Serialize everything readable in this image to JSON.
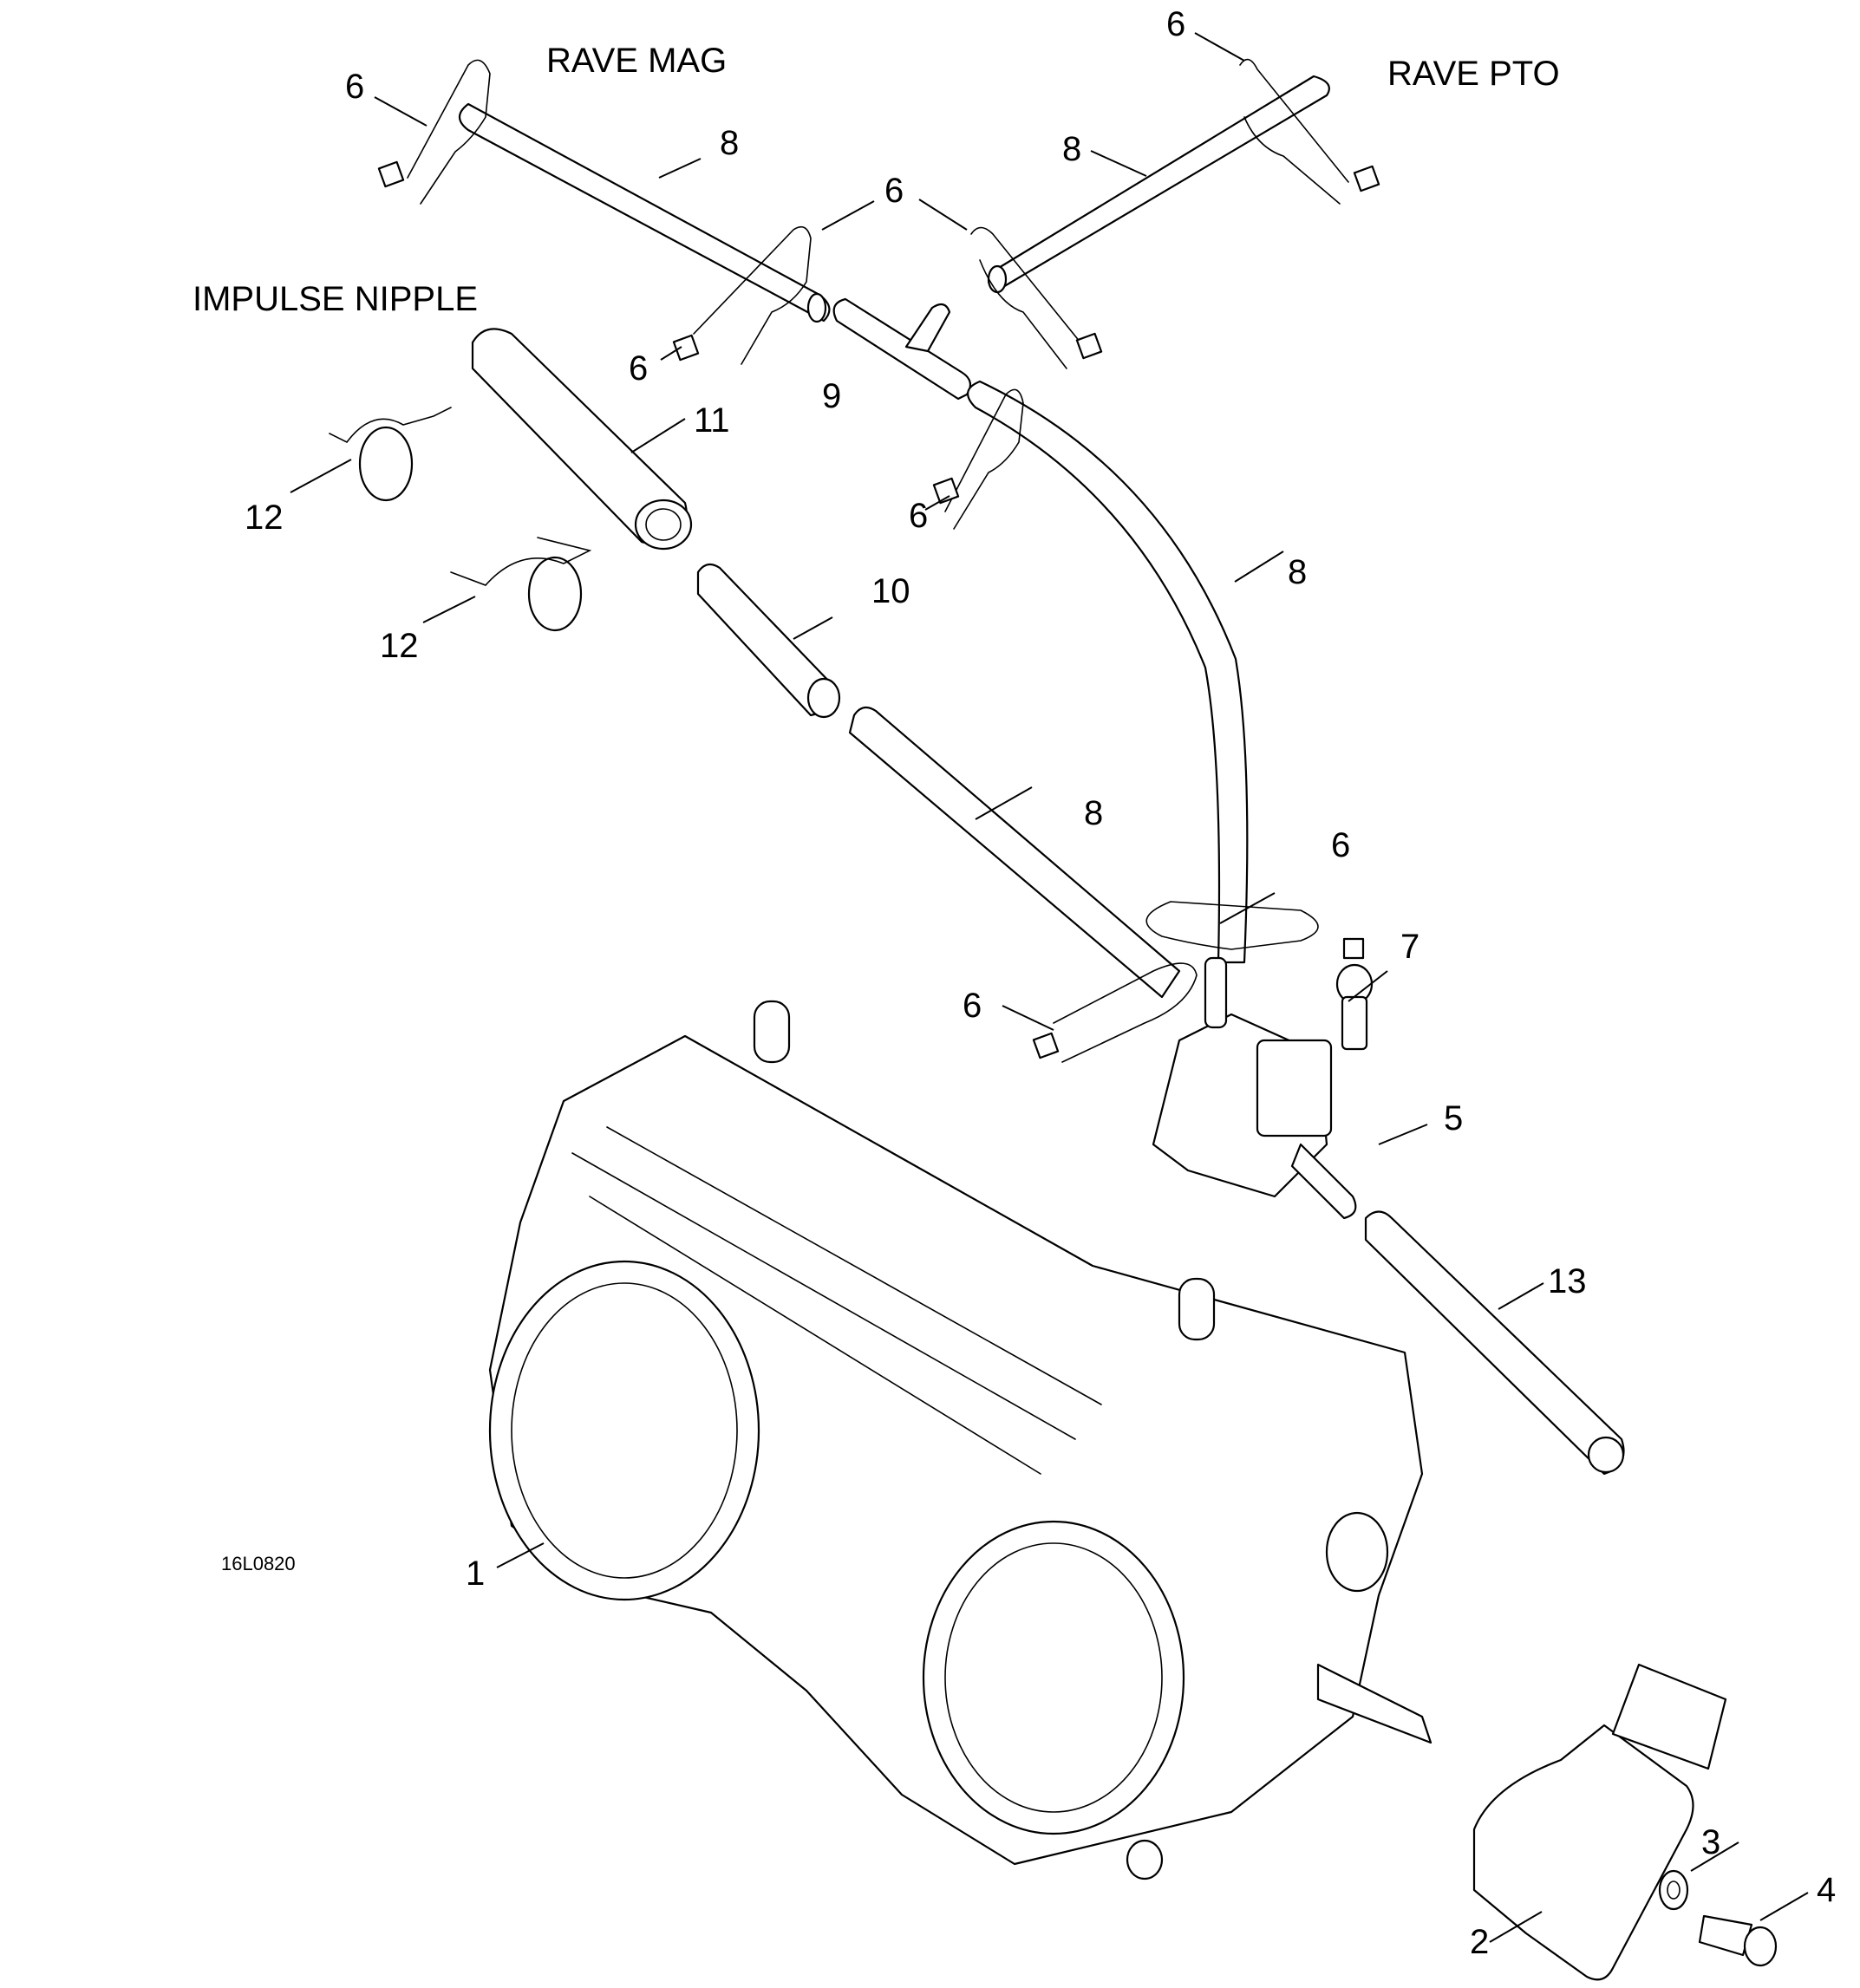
{
  "figure": {
    "code": "16L0820",
    "annotations": {
      "rave_mag": "RAVE MAG",
      "rave_pto": "RAVE PTO",
      "impulse_nipple": "IMPULSE NIPPLE"
    }
  },
  "callouts": [
    {
      "id": "c1",
      "number": "1",
      "part": "throttle-body"
    },
    {
      "id": "c2",
      "number": "2",
      "part": "throttle-position-sensor"
    },
    {
      "id": "c3",
      "number": "3",
      "part": "washer"
    },
    {
      "id": "c4",
      "number": "4",
      "part": "screw"
    },
    {
      "id": "c5",
      "number": "5",
      "part": "rave-solenoid"
    },
    {
      "id": "c6a",
      "number": "6",
      "part": "tie-rap"
    },
    {
      "id": "c6b",
      "number": "6",
      "part": "tie-rap"
    },
    {
      "id": "c6c",
      "number": "6",
      "part": "tie-rap"
    },
    {
      "id": "c6d",
      "number": "6",
      "part": "tie-rap"
    },
    {
      "id": "c6e",
      "number": "6",
      "part": "tie-rap"
    },
    {
      "id": "c6f",
      "number": "6",
      "part": "tie-rap"
    },
    {
      "id": "c6g",
      "number": "6",
      "part": "tie-rap"
    },
    {
      "id": "c6h",
      "number": "6",
      "part": "tie-rap"
    },
    {
      "id": "c7",
      "number": "7",
      "part": "screw"
    },
    {
      "id": "c8a",
      "number": "8",
      "part": "hose"
    },
    {
      "id": "c8b",
      "number": "8",
      "part": "hose"
    },
    {
      "id": "c8c",
      "number": "8",
      "part": "hose"
    },
    {
      "id": "c8d",
      "number": "8",
      "part": "hose"
    },
    {
      "id": "c9",
      "number": "9",
      "part": "t-fitting"
    },
    {
      "id": "c10",
      "number": "10",
      "part": "check-valve"
    },
    {
      "id": "c11",
      "number": "11",
      "part": "hose"
    },
    {
      "id": "c12a",
      "number": "12",
      "part": "clamp"
    },
    {
      "id": "c12b",
      "number": "12",
      "part": "clamp"
    },
    {
      "id": "c13",
      "number": "13",
      "part": "hose"
    }
  ]
}
